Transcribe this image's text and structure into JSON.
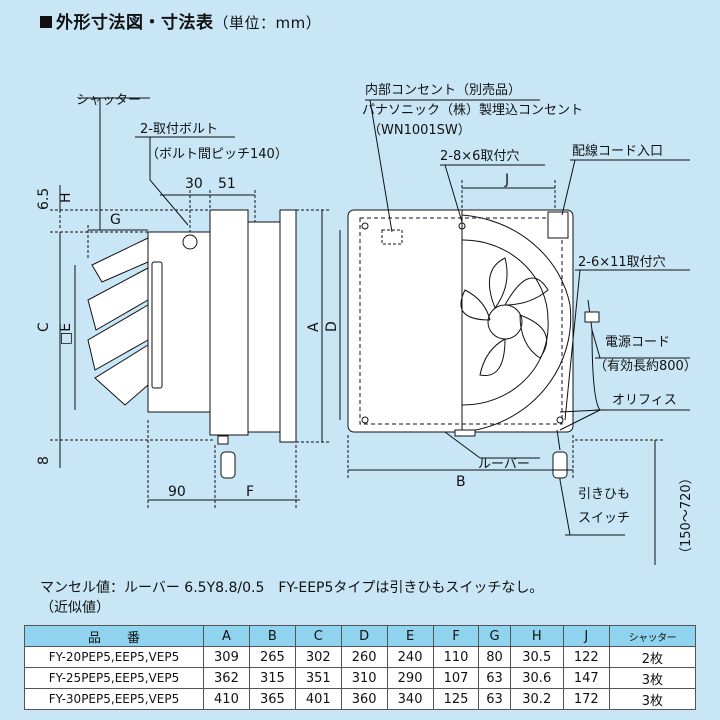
{
  "title": {
    "main": "外形寸法図・寸法表",
    "unit": "（単位：mm）"
  },
  "labels": {
    "shutter": "シャッター",
    "mount_bolt_1": "2-取付ボルト",
    "mount_bolt_2": "（ボルト間ピッチ140）",
    "outlet_1": "内部コンセント（別売品）",
    "outlet_2": "パナソニック（株）製埋込コンセント",
    "outlet_3": "（WN1001SW）",
    "hole_1": "2-8×6取付穴",
    "cord_inlet": "配線コード入口",
    "hole_2": "2-6×11取付穴",
    "power_cord_1": "電源コード",
    "power_cord_2": "（有効長約800）",
    "orifice": "オリフィス",
    "louver": "ルーバー",
    "pull_switch_1": "引きひも",
    "pull_switch_2": "スイッチ",
    "range": "（150～720）"
  },
  "dims": {
    "d65": "6.5",
    "H": "H",
    "G": "G",
    "C": "C",
    "E": "□E",
    "d8": "8",
    "d30": "30",
    "d51": "51",
    "A": "A",
    "D": "D",
    "d90": "90",
    "F": "F",
    "J": "J",
    "B": "B"
  },
  "notes": {
    "munsell": "マンセル値：ルーバー 6.5Y8.8/0.5　FY-EEP5タイプは引きひもスイッチなし。",
    "approx": "（近似値）"
  },
  "table": {
    "headers": [
      "品　　番",
      "A",
      "B",
      "C",
      "D",
      "E",
      "F",
      "G",
      "H",
      "J",
      "シャッター"
    ],
    "rows": [
      [
        "FY-20PEP5,EEP5,VEP5",
        "309",
        "265",
        "302",
        "260",
        "240",
        "110",
        "80",
        "30.5",
        "122",
        "2枚"
      ],
      [
        "FY-25PEP5,EEP5,VEP5",
        "362",
        "315",
        "351",
        "310",
        "290",
        "107",
        "63",
        "30.6",
        "147",
        "3枚"
      ],
      [
        "FY-30PEP5,EEP5,VEP5",
        "410",
        "365",
        "401",
        "360",
        "340",
        "125",
        "63",
        "30.2",
        "172",
        "3枚"
      ]
    ]
  }
}
